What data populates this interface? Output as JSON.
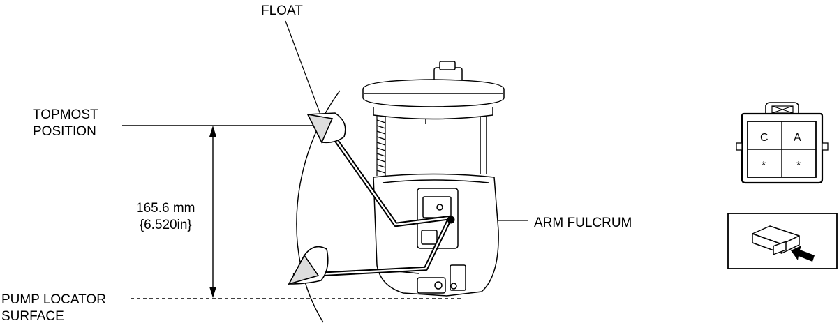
{
  "labels": {
    "float": "FLOAT",
    "topmost_line1": "TOPMOST",
    "topmost_line2": "POSITION",
    "measurement_mm": "165.6 mm",
    "measurement_in": "{6.520in}",
    "arm_fulcrum": "ARM FULCRUM",
    "pump_locator_line1": "PUMP LOCATOR",
    "pump_locator_line2": "SURFACE"
  },
  "connector": {
    "terminal_c": "C",
    "terminal_a": "A",
    "terminal_bl": "*",
    "terminal_br": "*"
  }
}
